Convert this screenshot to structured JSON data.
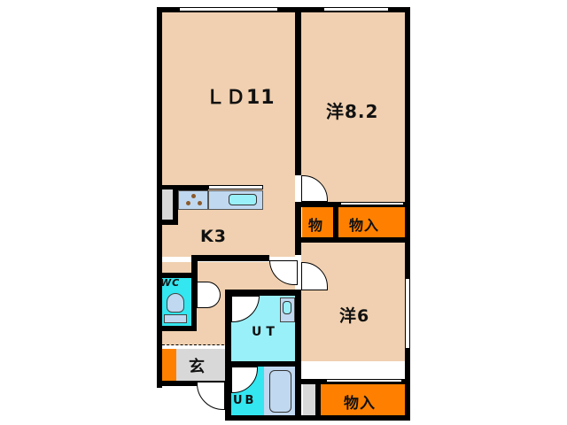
{
  "floorplan": {
    "rooms": [
      {
        "id": "ld",
        "label": "ＬＤ11",
        "type": "living-dining",
        "size_jo": 11
      },
      {
        "id": "western1",
        "label": "洋8.2",
        "type": "western-room",
        "size_jo": 8.2
      },
      {
        "id": "kitchen",
        "label": "K3",
        "type": "kitchen",
        "size_jo": 3
      },
      {
        "id": "western2",
        "label": "洋6",
        "type": "western-room",
        "size_jo": 6
      },
      {
        "id": "wc",
        "label": "WC",
        "type": "toilet"
      },
      {
        "id": "ut",
        "label": "UT",
        "type": "utility"
      },
      {
        "id": "ub",
        "label": "UB",
        "type": "unit-bath"
      },
      {
        "id": "entrance",
        "label": "玄",
        "type": "entrance"
      },
      {
        "id": "storage_small",
        "label": "物",
        "type": "storage"
      },
      {
        "id": "closet1",
        "label": "物入",
        "type": "closet"
      },
      {
        "id": "closet2",
        "label": "物入",
        "type": "closet"
      }
    ],
    "colors": {
      "floor": "#f0d0b0",
      "wall": "#000000",
      "wet_area": "#33e6f0",
      "utility": "#99f0f8",
      "storage": "#ff8000",
      "fixtures": "#c0d8f0",
      "entrance": "#d8d8d8"
    }
  }
}
